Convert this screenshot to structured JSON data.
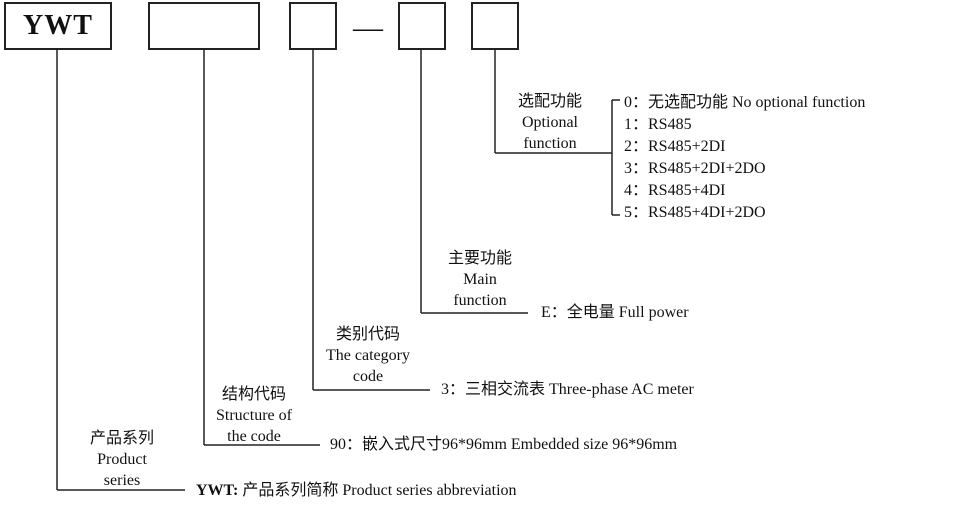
{
  "code_boxes": {
    "series": "YWT",
    "structure": "",
    "category": "",
    "separator": "—",
    "main": "",
    "optional": ""
  },
  "labels": {
    "optional_function": [
      "选配功能",
      "Optional",
      "function"
    ],
    "main_function": [
      "主要功能",
      "Main",
      "function"
    ],
    "category_code": [
      "类别代码",
      "The category",
      "code"
    ],
    "structure_code": [
      "结构代码",
      "Structure of",
      "the code"
    ],
    "product_series": [
      "产品系列",
      "Product",
      "series"
    ]
  },
  "optional_options": [
    "0：无选配功能 No optional function",
    "1：RS485",
    "2：RS485+2DI",
    "3：RS485+2DI+2DO",
    "4：RS485+4DI",
    "5：RS485+4DI+2DO"
  ],
  "descriptions": {
    "main": "E：全电量 Full power",
    "category": "3：三相交流表 Three-phase AC meter",
    "structure": "90：嵌入式尺寸96*96mm Embedded size 96*96mm",
    "series_key": "YWT:",
    "series_rest": " 产品系列简称  Product series abbreviation"
  }
}
